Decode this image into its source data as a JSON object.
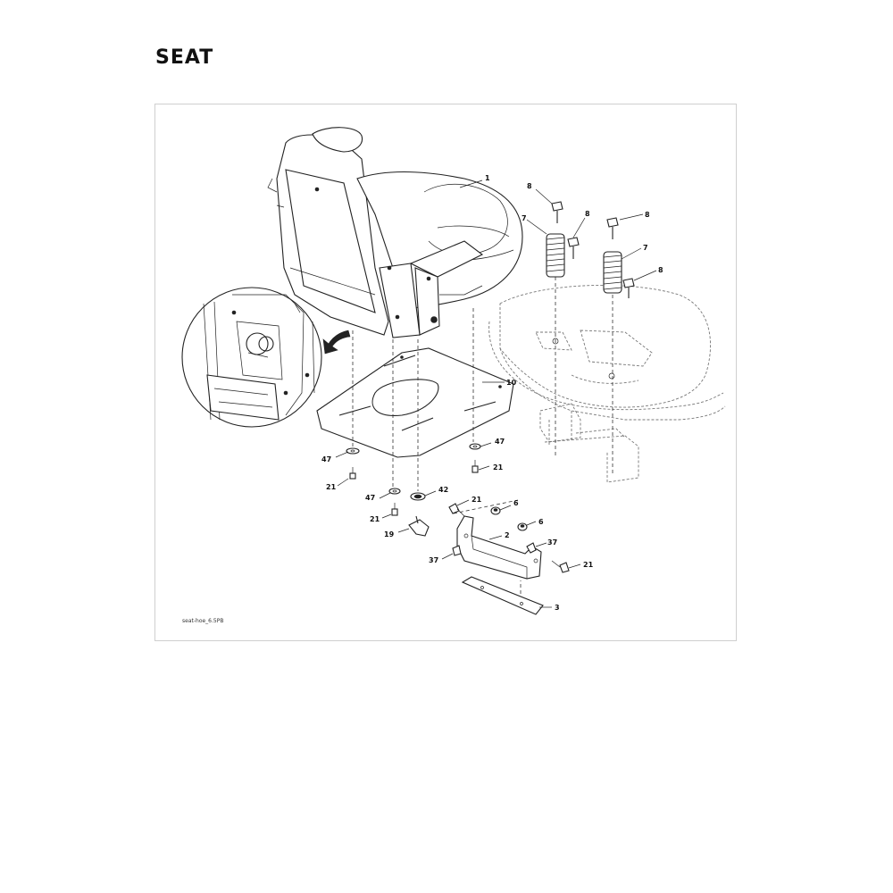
{
  "page": {
    "title": "SEAT"
  },
  "diagram": {
    "file_name": "seat-hoe_6.5PB",
    "callouts": {
      "c1": "1",
      "c2": "2",
      "c3": "3",
      "c6a": "6",
      "c6b": "6",
      "c7a": "7",
      "c7b": "7",
      "c8a": "8",
      "c8b": "8",
      "c8c": "8",
      "c8d": "8",
      "c10": "10",
      "c19": "19",
      "c21a": "21",
      "c21b": "21",
      "c21c": "21",
      "c21d": "21",
      "c21e": "21",
      "c37a": "37",
      "c37b": "37",
      "c42": "42",
      "c47a": "47",
      "c47b": "47",
      "c47c": "47"
    }
  }
}
